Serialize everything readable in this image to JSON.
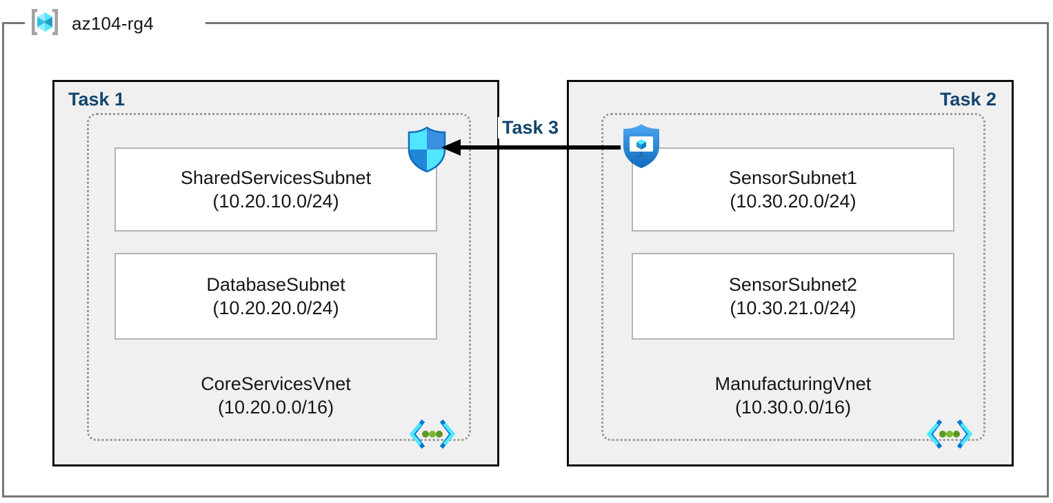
{
  "resource_group": {
    "name": "az104-rg4",
    "icon": "azure-resource-group-icon"
  },
  "colors": {
    "task_label": "#11456f",
    "task_fill": "#f0f0f0",
    "task_border": "#0c0c0c",
    "vnet_border": "#9a9a9a",
    "subnet_border": "#b4b4b4",
    "frame_border": "#767676",
    "arrow": "#000000",
    "azure_cyan": "#50e6ff",
    "azure_blue": "#0078d4"
  },
  "tasks": [
    {
      "id": "task1",
      "label": "Task 1"
    },
    {
      "id": "task2",
      "label": "Task 2"
    },
    {
      "id": "task3",
      "label": "Task 3"
    }
  ],
  "vnets": [
    {
      "id": "vnet1",
      "name": "CoreServicesVnet",
      "cidr": "(10.20.0.0/16)",
      "icon": "virtual-network-icon",
      "subnets": [
        {
          "name": "SharedServicesSubnet",
          "cidr": "(10.20.10.0/24)"
        },
        {
          "name": "DatabaseSubnet",
          "cidr": "(10.20.20.0/24)"
        }
      ]
    },
    {
      "id": "vnet2",
      "name": "ManufacturingVnet",
      "cidr": "(10.30.0.0/16)",
      "icon": "virtual-network-icon",
      "subnets": [
        {
          "name": "SensorSubnet1",
          "cidr": "(10.30.20.0/24)"
        },
        {
          "name": "SensorSubnet2",
          "cidr": "(10.30.21.0/24)"
        }
      ]
    }
  ],
  "security_icons": [
    {
      "id": "firewall",
      "icon": "shield-icon"
    },
    {
      "id": "nsg",
      "icon": "network-security-group-icon"
    }
  ],
  "connector": {
    "icon": "left-arrow-icon",
    "direction": "right-to-left",
    "from": "ManufacturingVnet",
    "to": "CoreServicesVnet"
  }
}
